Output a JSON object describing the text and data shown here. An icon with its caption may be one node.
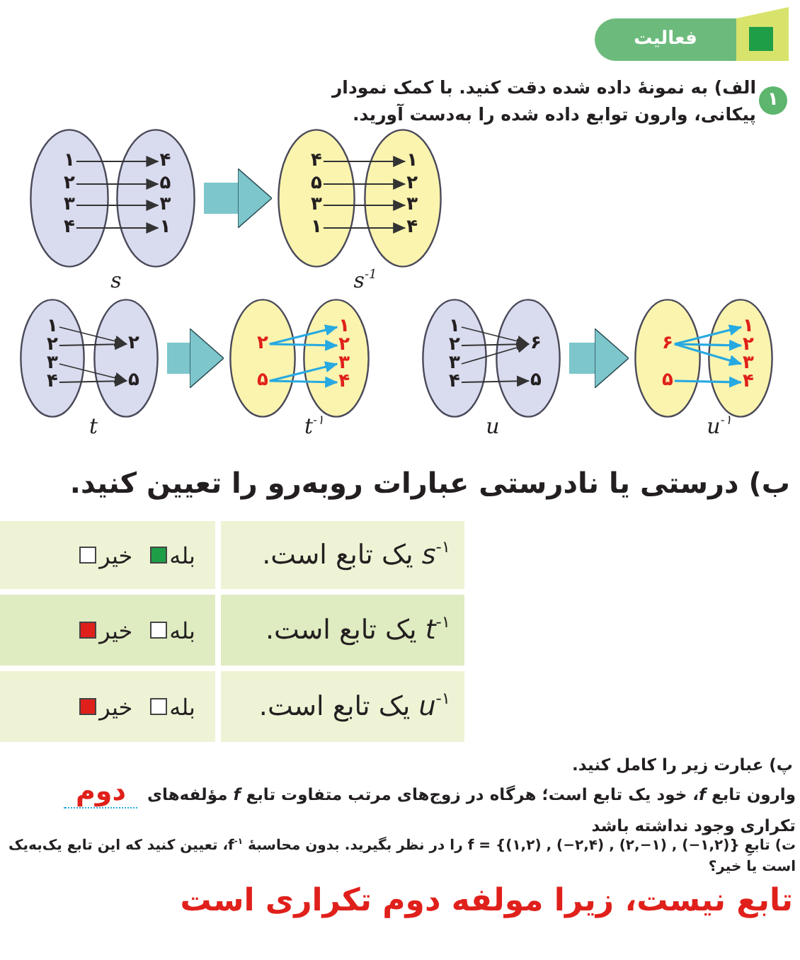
{
  "diagram": {
    "nodes": [
      {
        "text": [
          "فعالیت"
        ]
      },
      {
        "text": [
          "۱"
        ]
      },
      {
        "text": [],
        "shape": "ellipse"
      },
      {
        "text": [
          "۱"
        ],
        "in": 2
      },
      {
        "text": [
          "۲"
        ],
        "in": 2
      },
      {
        "text": [
          "۳"
        ],
        "in": 2
      },
      {
        "text": [
          "۴"
        ],
        "in": 2
      },
      {
        "text": [],
        "shape": "ellipse"
      },
      {
        "text": [
          "۴"
        ],
        "in": 7
      },
      {
        "text": [
          "۵"
        ],
        "in": 7
      },
      {
        "text": [
          "۳"
        ],
        "in": 7
      },
      {
        "text": [
          "۱"
        ],
        "in": 7
      },
      {
        "text": [],
        "shape": "ellipse"
      },
      {
        "text": [
          "۴"
        ],
        "in": 12
      },
      {
        "text": [
          "۵"
        ],
        "in": 12
      },
      {
        "text": [
          "۳"
        ],
        "in": 12
      },
      {
        "text": [
          "۱"
        ],
        "in": 12
      },
      {
        "text": [],
        "shape": "ellipse"
      },
      {
        "text": [
          "۱"
        ],
        "in": 17
      },
      {
        "text": [
          "۲"
        ],
        "in": 17
      },
      {
        "text": [
          "۳"
        ],
        "in": 17
      },
      {
        "text": [
          "۴"
        ],
        "in": 17
      },
      {
        "text": [],
        "shape": "ellipse"
      },
      {
        "text": [
          "۱"
        ],
        "in": 22
      },
      {
        "text": [
          "۲"
        ],
        "in": 22
      },
      {
        "text": [
          "۳"
        ],
        "in": 22
      },
      {
        "text": [
          "۴"
        ],
        "in": 22
      },
      {
        "text": [],
        "shape": "ellipse"
      },
      {
        "text": [
          "۲"
        ],
        "in": 27
      },
      {
        "text": [
          "۵"
        ],
        "in": 27
      },
      {
        "text": [],
        "shape": "ellipse"
      },
      {
        "text": [
          "۲"
        ],
        "in": 30
      },
      {
        "text": [
          "۵"
        ],
        "in": 30
      },
      {
        "text": [],
        "shape": "ellipse"
      },
      {
        "text": [
          "۱"
        ],
        "in": 33
      },
      {
        "text": [
          "۲"
        ],
        "in": 33
      },
      {
        "text": [
          "۳"
        ],
        "in": 33
      },
      {
        "text": [
          "۴"
        ],
        "in": 33
      },
      {
        "text": [],
        "shape": "ellipse"
      },
      {
        "text": [
          "۱"
        ],
        "in": 38
      },
      {
        "text": [
          "۲"
        ],
        "in": 38
      },
      {
        "text": [
          "۳"
        ],
        "in": 38
      },
      {
        "text": [
          "۴"
        ],
        "in": 38
      },
      {
        "text": [],
        "shape": "ellipse"
      },
      {
        "text": [
          "۶"
        ],
        "in": 43
      },
      {
        "text": [
          "۵"
        ],
        "in": 43
      },
      {
        "text": [],
        "shape": "ellipse"
      },
      {
        "text": [
          "۶"
        ],
        "in": 46
      },
      {
        "text": [
          "۵"
        ],
        "in": 46
      },
      {
        "text": [],
        "shape": "ellipse"
      },
      {
        "text": [
          "۱"
        ],
        "in": 49
      },
      {
        "text": [
          "۲"
        ],
        "in": 49
      },
      {
        "text": [
          "۳"
        ],
        "in": 49
      },
      {
        "text": [
          "۴"
        ],
        "in": 49
      }
    ],
    "edges": [
      {
        "from": 3,
        "to": 8,
        "arrow": "to"
      },
      {
        "from": 4,
        "to": 9,
        "arrow": "to"
      },
      {
        "from": 5,
        "to": 10,
        "arrow": "to"
      },
      {
        "from": 6,
        "to": 11,
        "arrow": "to"
      },
      {
        "from": 7,
        "to": 12,
        "arrow": "to",
        "style": "thick",
        "color": "#7cc6cc"
      },
      {
        "from": 13,
        "to": 18,
        "arrow": "to"
      },
      {
        "from": 14,
        "to": 19,
        "arrow": "to"
      },
      {
        "from": 15,
        "to": 20,
        "arrow": "to"
      },
      {
        "from": 16,
        "to": 21,
        "arrow": "to"
      },
      {
        "from": 23,
        "to": 28,
        "arrow": "to"
      },
      {
        "from": 24,
        "to": 28,
        "arrow": "to"
      },
      {
        "from": 25,
        "to": 29,
        "arrow": "to"
      },
      {
        "from": 26,
        "to": 29,
        "arrow": "to"
      },
      {
        "from": 27,
        "to": 30,
        "arrow": "to",
        "style": "thick",
        "color": "#7cc6cc"
      },
      {
        "from": 31,
        "to": 34,
        "arrow": "to",
        "color": "#27a9e1"
      },
      {
        "from": 31,
        "to": 35,
        "arrow": "to",
        "color": "#27a9e1"
      },
      {
        "from": 32,
        "to": 36,
        "arrow": "to",
        "color": "#27a9e1"
      },
      {
        "from": 32,
        "to": 37,
        "arrow": "to",
        "color": "#27a9e1"
      },
      {
        "from": 39,
        "to": 44,
        "arrow": "to"
      },
      {
        "from": 40,
        "to": 44,
        "arrow": "to"
      },
      {
        "from": 41,
        "to": 44,
        "arrow": "to"
      },
      {
        "from": 42,
        "to": 45,
        "arrow": "to"
      },
      {
        "from": 43,
        "to": 46,
        "arrow": "to",
        "style": "thick",
        "color": "#7cc6cc"
      },
      {
        "from": 47,
        "to": 50,
        "arrow": "to",
        "color": "#27a9e1"
      },
      {
        "from": 47,
        "to": 51,
        "arrow": "to",
        "color": "#27a9e1"
      },
      {
        "from": 47,
        "to": 52,
        "arrow": "to",
        "color": "#27a9e1"
      },
      {
        "from": 48,
        "to": 53,
        "arrow": "to",
        "color": "#27a9e1"
      }
    ],
    "labels": [
      "الف) به نمونهٔ داده شده دقت کنید. با کمک نمودار پیکانی، وارون توابع داده شده را به‌دست آورید.",
      "s",
      "s$^{-1}$",
      "t",
      "t$^{-۱}$",
      "u",
      "u$^{-۱}$",
      "ب) درستی یا نادرستی عبارات روبه‌رو را تعیین کنید.",
      "*s*$^{-۱}$ یک تابع است.",
      "بله",
      "خیر",
      "*t*$^{-۱}$ یک تابع است.",
      "بله",
      "خیر",
      "*u*$^{-۱}$ یک تابع است.",
      "بله",
      "خیر",
      "پ) عبارت زیر را کامل کنید.",
      "وارون تابع *f*، خود یک تابع است؛ هرگاه در زوج‌های مرتب متفاوت تابع *f* مؤلفه‌های",
      "دوم",
      "تکراری وجود نداشته باشد",
      "ت) تابعِ {(۱,۲−) , (۱−,۲) , (۲,۴−) , (۱,۲)} = f را در نظر بگیرید. بدون محاسبهٔ f$^{-۱}$، تعیین کنید که این تابع یک‌به‌یک است یا خیر؟",
      "تابع نیست، زیرا مولفه دوم تکراری است"
    ]
  }
}
